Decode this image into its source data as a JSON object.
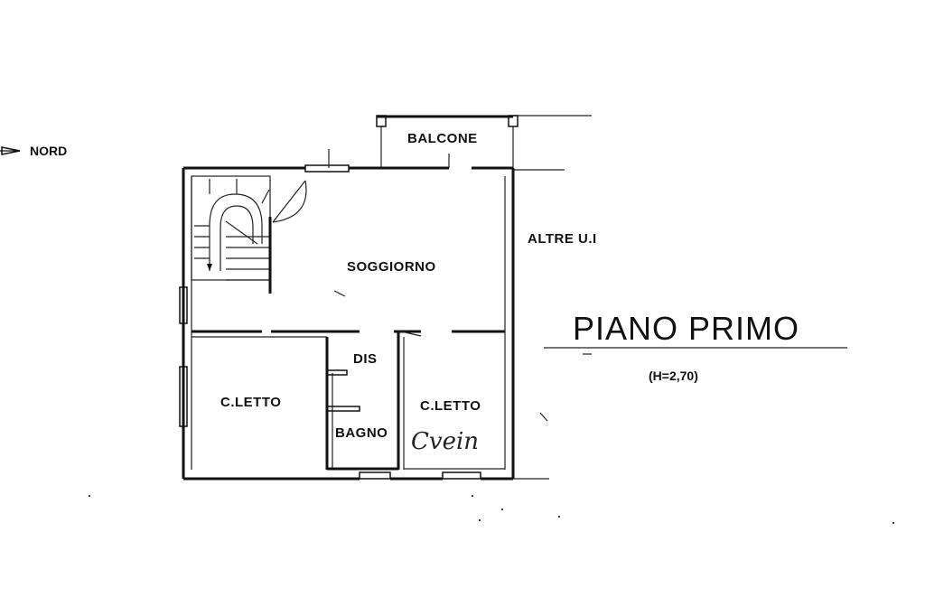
{
  "orientation": {
    "label": "NORD",
    "icon": "north-arrow-icon"
  },
  "title": {
    "floor": "PIANO PRIMO",
    "height": "(H=2,70)"
  },
  "rooms": {
    "balcone": "BALCONE",
    "soggiorno": "SOGGIORNO",
    "dis": "DIS",
    "letto_left": "C.LETTO",
    "letto_right": "C.LETTO",
    "bagno": "BAGNO",
    "altre": "ALTRE U.I"
  },
  "signature": "Cvein"
}
